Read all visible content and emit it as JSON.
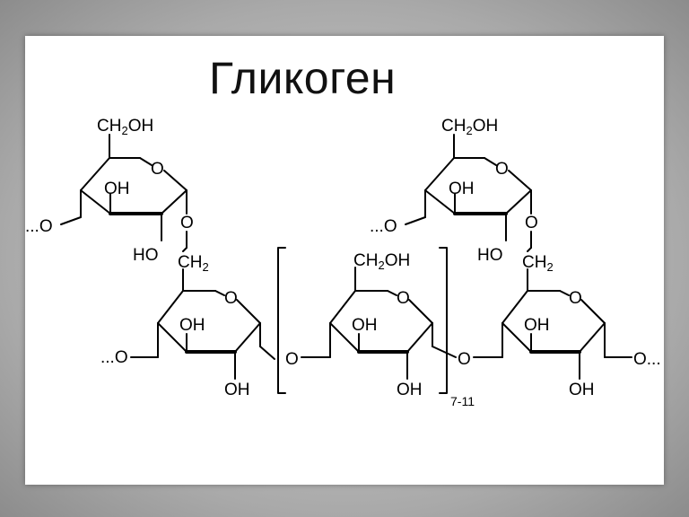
{
  "title": "Гликоген",
  "rings": [
    {
      "id": "ring-top-left",
      "ring_o": "O",
      "ch2oh": "CH2OH",
      "oh_inner": "OH",
      "ho_lower": "HO",
      "left_o": "...O"
    },
    {
      "id": "ring-bottom-left",
      "ring_o": "O",
      "ch2": "CH2",
      "link_o": "O",
      "oh_inner": "OH",
      "oh_lower": "OH",
      "left_o": "...O"
    },
    {
      "id": "ring-middle",
      "ring_o": "O",
      "ch2oh": "CH2OH",
      "oh_inner": "OH",
      "oh_lower": "OH",
      "left_link_o": "O"
    },
    {
      "id": "ring-top-right",
      "ring_o": "O",
      "ch2oh": "CH2OH",
      "oh_inner": "OH",
      "ho_lower": "HO",
      "left_o": "...O"
    },
    {
      "id": "ring-bottom-right",
      "ring_o": "O",
      "ch2": "CH2",
      "link_o": "O",
      "oh_inner": "OH",
      "oh_lower": "OH",
      "left_link_o": "O",
      "right_o": "O..."
    }
  ],
  "repeat_subscript": "7-11"
}
